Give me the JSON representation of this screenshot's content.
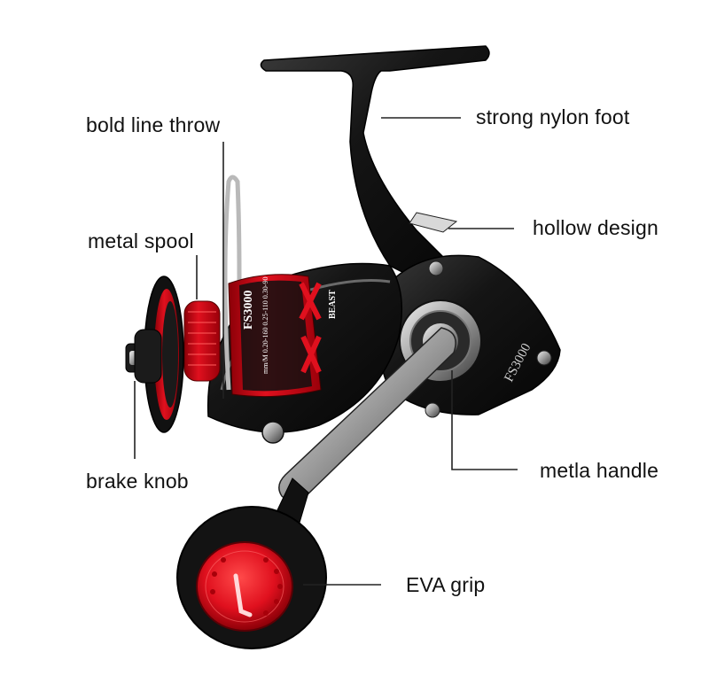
{
  "labels": {
    "bold_line_throw": "bold line throw",
    "strong_nylon_foot": "strong nylon foot",
    "metal_spool": "metal spool",
    "hollow_design": "hollow  design",
    "brake_knob": "brake knob",
    "metla_handle": "metla handle",
    "eva_grip": "EVA grip"
  },
  "reel_markings": {
    "spool_model": "FS3000",
    "spool_capacity": "mm/M 0.20-160 0.25-110 0.30-90",
    "spool_brand": "BEAST",
    "body_model": "FS3000"
  },
  "colors": {
    "accent_red": "#e0101e",
    "body_black": "#151515",
    "line_color": "#222222"
  }
}
